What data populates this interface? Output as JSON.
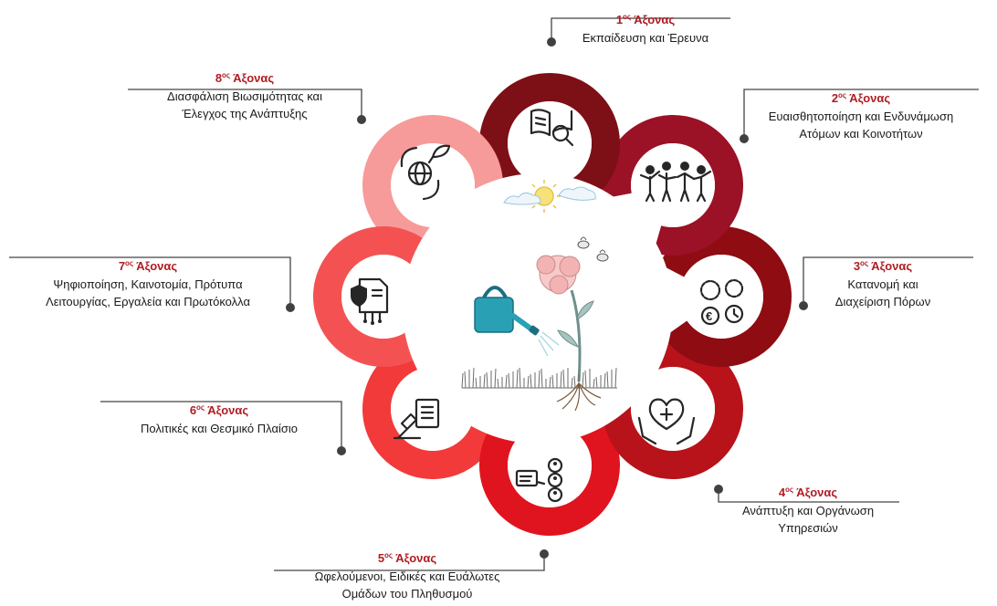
{
  "axes": [
    {
      "id": 1,
      "number": "1",
      "suffix": "ος",
      "word": "Άξονας",
      "lines": [
        "Εκπαίδευση και Έρευνα"
      ],
      "color": "#7d0f16",
      "icon": "book-magnifier-icon"
    },
    {
      "id": 2,
      "number": "2",
      "suffix": "ος",
      "word": "Άξονας",
      "lines": [
        "Ευαισθητοποίηση  και Ενδυνάμωση",
        "Ατόμων και Κοινοτήτων"
      ],
      "color": "#9b1125",
      "icon": "people-group-icon"
    },
    {
      "id": 3,
      "number": "3",
      "suffix": "ος",
      "word": "Άξονας",
      "lines": [
        "Κατανομή και",
        "Διαχείριση Πόρων"
      ],
      "color": "#8e0c12",
      "icon": "gears-euro-icon"
    },
    {
      "id": 4,
      "number": "4",
      "suffix": "ος",
      "word": "Άξονας",
      "lines": [
        "Ανάπτυξη και Οργάνωση",
        "Υπηρεσιών"
      ],
      "color": "#b8121a",
      "icon": "hands-heart-icon"
    },
    {
      "id": 5,
      "number": "5",
      "suffix": "ος",
      "word": "Άξονας",
      "lines": [
        "Ωφελούμενοι, Ειδικές και Ευάλωτες",
        "Ομάδων του Πληθυσμού"
      ],
      "color": "#e0141e",
      "icon": "presenter-users-icon"
    },
    {
      "id": 6,
      "number": "6",
      "suffix": "ος",
      "word": "Άξονας",
      "lines": [
        "Πολιτικές και Θεσμικό Πλαίσιο"
      ],
      "color": "#f23a3a",
      "icon": "gavel-document-icon"
    },
    {
      "id": 7,
      "number": "7",
      "suffix": "ος",
      "word": "Άξονας",
      "lines": [
        "Ψηφιοποίηση, Καινοτομία, Πρότυπα",
        "Λειτουργίας, Εργαλεία και Πρωτόκολλα"
      ],
      "color": "#f45252",
      "icon": "secure-document-circuit-icon"
    },
    {
      "id": 8,
      "number": "8",
      "suffix": "ος",
      "word": "Άξονας",
      "lines": [
        "Διασφάλιση Βιωσιμότητας και",
        "Έλεγχος της Ανάπτυξης"
      ],
      "color": "#f79a9a",
      "icon": "globe-recycle-leaf-icon"
    }
  ],
  "center": {
    "illustration": [
      "sun-cloud-icon",
      "watering-can-icon",
      "flower-plant-icon",
      "grass-roots-icon",
      "bees-icon"
    ]
  }
}
